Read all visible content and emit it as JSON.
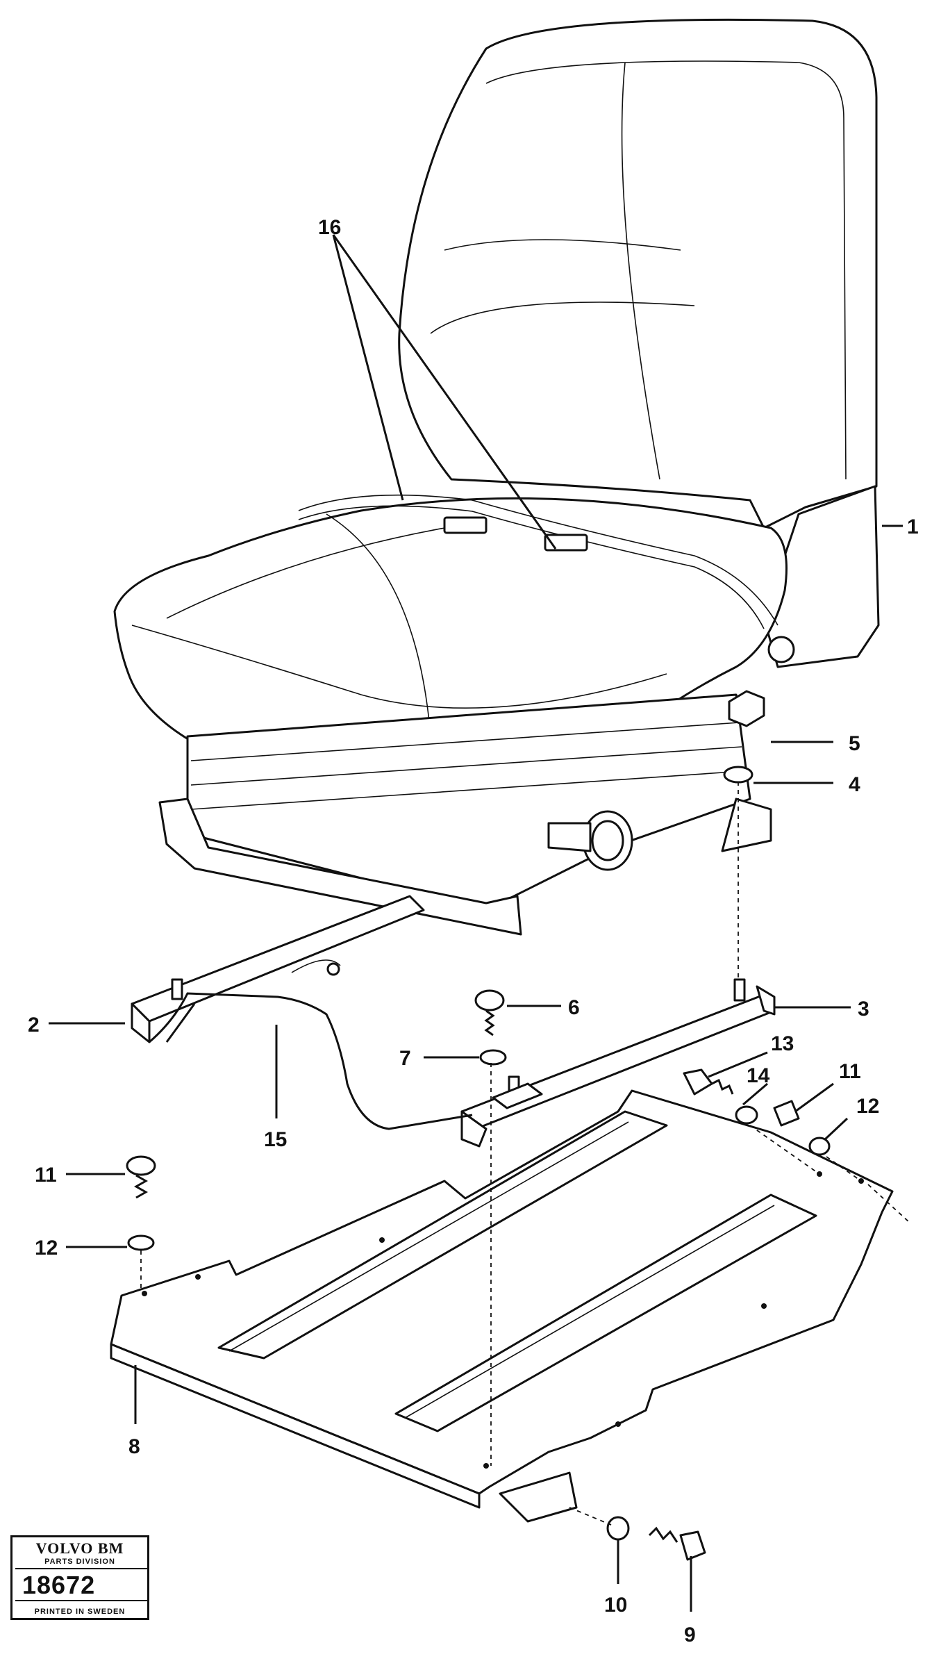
{
  "callouts": {
    "c1": "1",
    "c2": "2",
    "c3": "3",
    "c4": "4",
    "c5": "5",
    "c6": "6",
    "c7": "7",
    "c8": "8",
    "c9": "9",
    "c10": "10",
    "c11a": "11",
    "c11b": "11",
    "c12a": "12",
    "c12b": "12",
    "c13": "13",
    "c14": "14",
    "c15": "15",
    "c16": "16"
  },
  "stamp": {
    "brand": "VOLVO BM",
    "division": "PARTS DIVISION",
    "number": "18672",
    "printed": "PRINTED IN SWEDEN"
  }
}
